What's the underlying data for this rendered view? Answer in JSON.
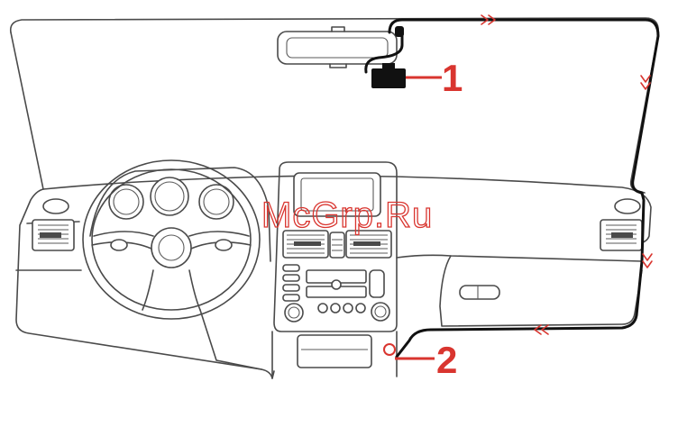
{
  "callouts": [
    {
      "label": "1",
      "target": "dash-camera"
    },
    {
      "label": "2",
      "target": "power-socket"
    }
  ],
  "watermark": "McGrp.Ru",
  "colors": {
    "callout": "#d9352f",
    "outline": "#4a4a4a",
    "cable": "#111111",
    "background": "#ffffff"
  },
  "icons": [
    "chevron-right-icon",
    "chevron-down-icon",
    "chevron-left-icon"
  ]
}
